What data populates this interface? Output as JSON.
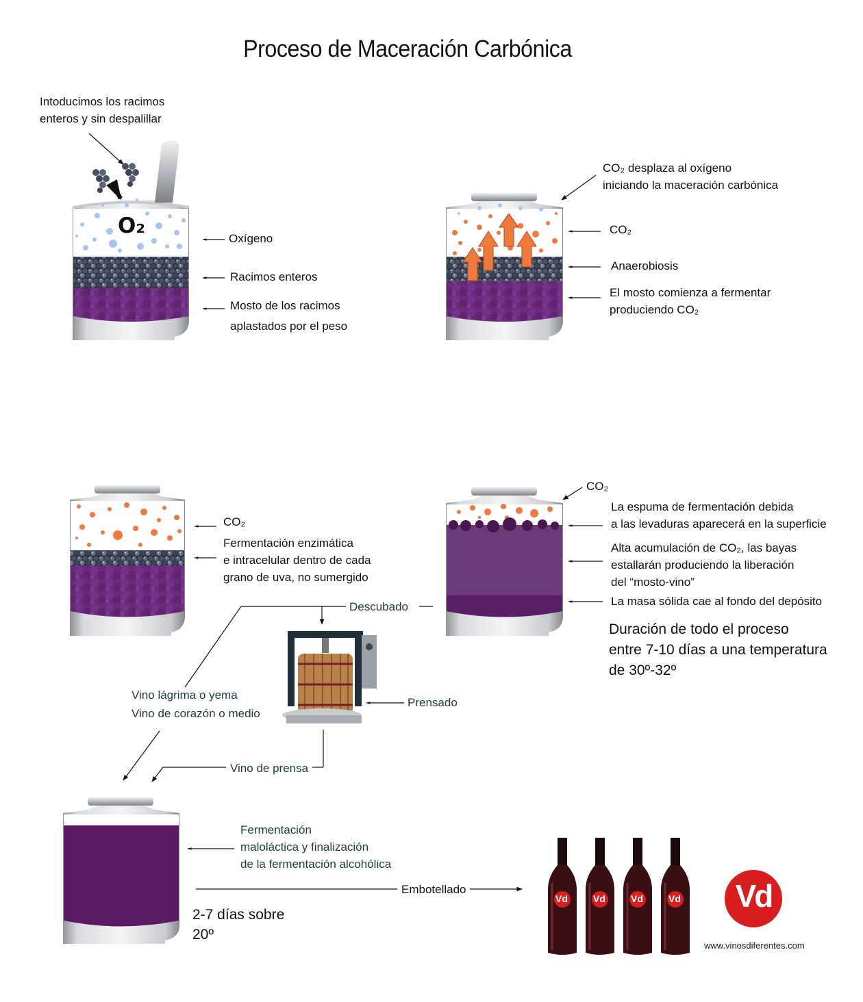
{
  "title": "Proceso de Maceración Carbónica",
  "colors": {
    "must_purple": "#6a2a7a",
    "wine_purple": "#5c1a64",
    "co2_orange": "#ef7a3c",
    "oxygen_blue": "#a8c4f0",
    "tank_steel": "#b9bcc0",
    "logo_red": "#d81e1e"
  },
  "stage1": {
    "intro": "Intoducimos los racimos\nenteros y sin despalillar",
    "o2_symbol": "O₂",
    "oxygen": "Oxígeno",
    "bunches": "Racimos enteros",
    "must": "Mosto de los racimos\naplastados por el peso"
  },
  "stage2": {
    "header": "CO₂ desplaza al oxígeno\niniciando la maceración carbónica",
    "co2": "CO₂",
    "anaerobiosis": "Anaerobiosis",
    "ferment": "El mosto comienza a fermentar\nproduciendo CO₂"
  },
  "stage3": {
    "co2": "CO₂",
    "enzymatic": "Fermentación enzimática\ne intracelular dentro de cada\ngrano de uva, no sumergido"
  },
  "stage4": {
    "co2": "CO₂",
    "foam": "La espuma de fermentación debida\na las levaduras aparecerá en la superficie",
    "accumulation": "Alta acumulación de CO₂, las bayas\nestallarán produciendo la liberación\ndel “mosto-vino”",
    "solids": "La masa sólida cae al fondo del depósito",
    "duration": "Duración de todo el proceso\nentre 7-10 días a una temperatura\nde 30º-32º"
  },
  "flow": {
    "descubado": "Descubado",
    "prensado": "Prensado",
    "vino_lagrima": "Vino lágrima o yema\nVino de corazón o medio",
    "vino_prensa": "Vino de prensa",
    "malolactic": "Fermentación\nmaloláctica y finalización\nde la fermentación alcohólica",
    "embotellado": "Embotellado",
    "days": "2-7 días sobre\n20º"
  },
  "brand": {
    "logo": "Vd",
    "bottle_label": "Vd",
    "url": "www.vinosdiferentes.com"
  }
}
